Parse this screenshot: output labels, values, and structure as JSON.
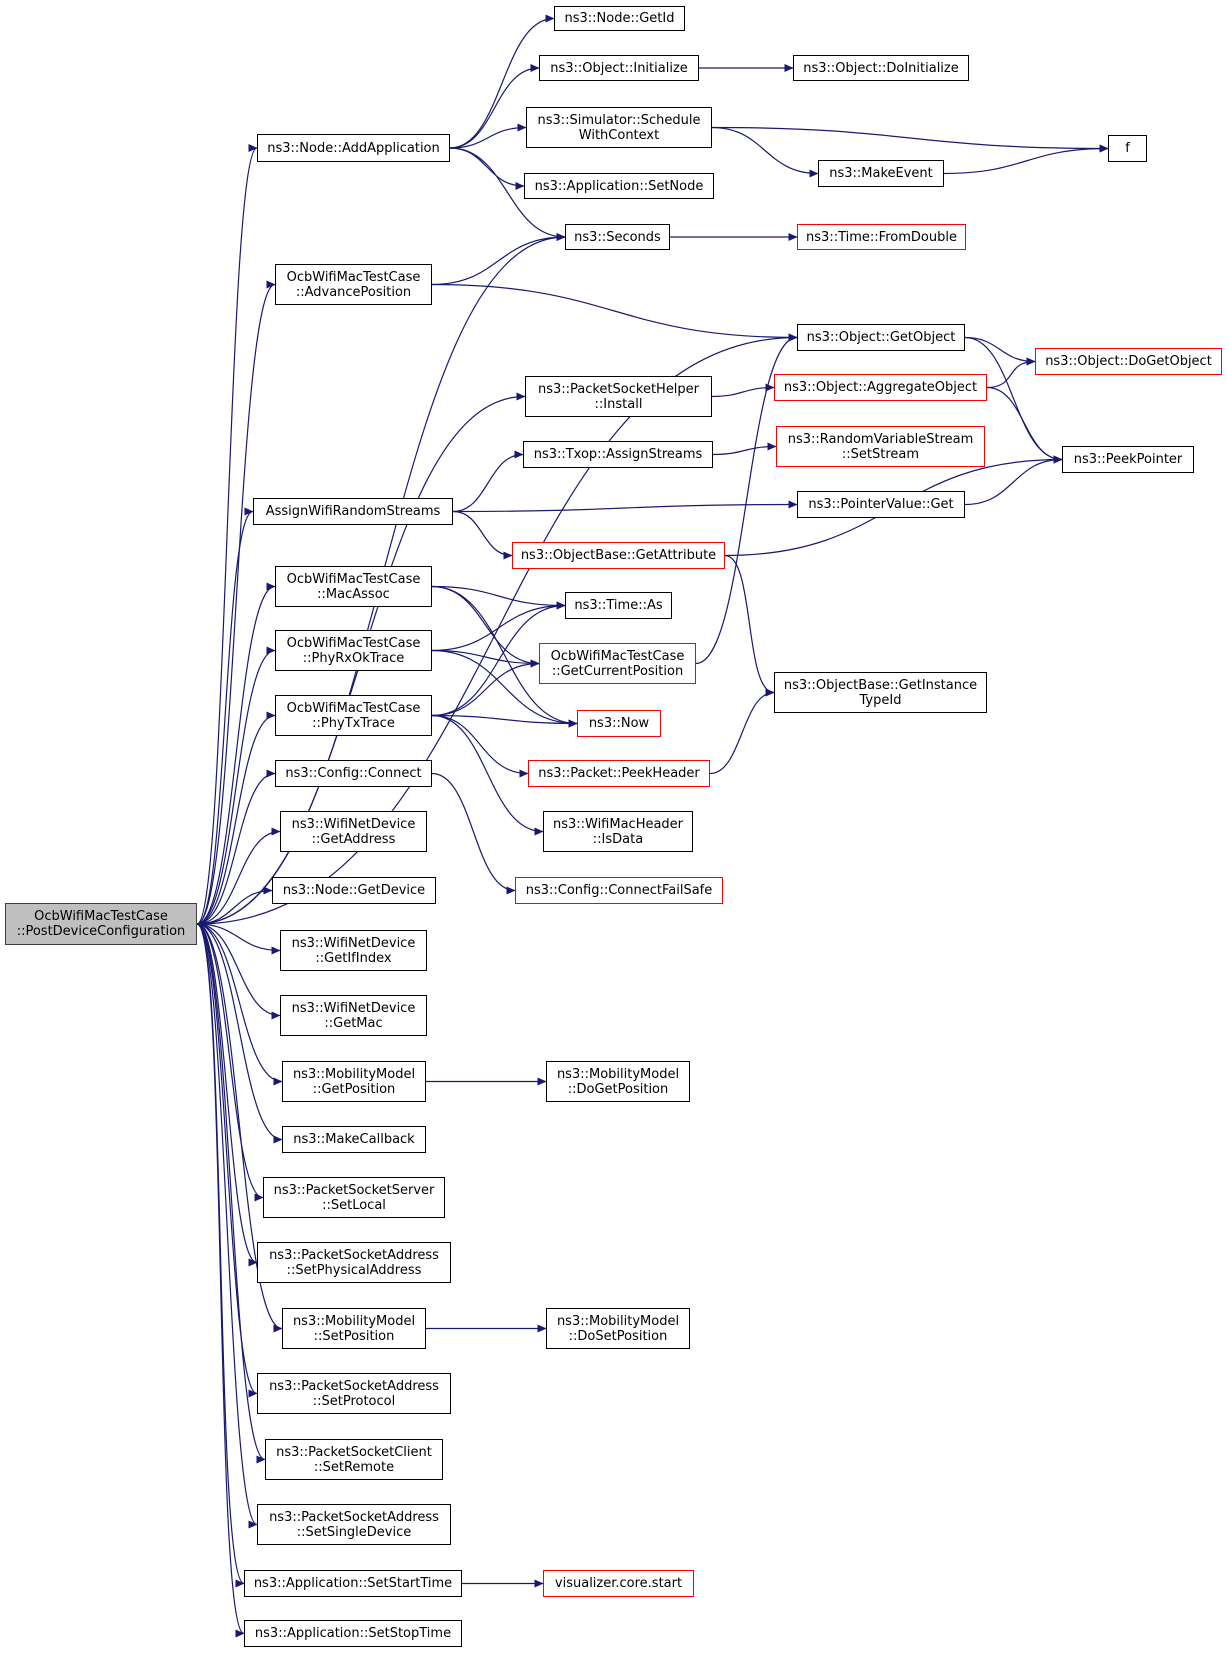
{
  "colors": {
    "edge": "#191970",
    "node_border": "#000000",
    "node_border_truncated": "#ff0000",
    "root_fill": "#bfbfbf",
    "background": "#ffffff"
  },
  "nodes": {
    "root": {
      "label": "OcbWifiMacTestCase\n::PostDeviceConfiguration"
    },
    "node_addapplication": {
      "label": "ns3::Node::AddApplication"
    },
    "node_getid": {
      "label": "ns3::Node::GetId"
    },
    "object_initialize": {
      "label": "ns3::Object::Initialize"
    },
    "object_doinitialize": {
      "label": "ns3::Object::DoInitialize"
    },
    "simulator_schedulewithcontext": {
      "label": "ns3::Simulator::Schedule\nWithContext"
    },
    "f": {
      "label": "f"
    },
    "makeevent": {
      "label": "ns3::MakeEvent"
    },
    "application_setnode": {
      "label": "ns3::Application::SetNode"
    },
    "seconds": {
      "label": "ns3::Seconds"
    },
    "time_fromdouble": {
      "label": "ns3::Time::FromDouble"
    },
    "advanceposition": {
      "label": "OcbWifiMacTestCase\n::AdvancePosition"
    },
    "object_getobject": {
      "label": "ns3::Object::GetObject"
    },
    "object_dogetobject": {
      "label": "ns3::Object::DoGetObject"
    },
    "packetsockethelper_install": {
      "label": "ns3::PacketSocketHelper\n::Install"
    },
    "object_aggregateobject": {
      "label": "ns3::Object::AggregateObject"
    },
    "txop_assignstreams": {
      "label": "ns3::Txop::AssignStreams"
    },
    "randomvariablestream_setstream": {
      "label": "ns3::RandomVariableStream\n::SetStream"
    },
    "peekpointer": {
      "label": "ns3::PeekPointer"
    },
    "assignwifirandomstreams": {
      "label": "AssignWifiRandomStreams"
    },
    "pointervalue_get": {
      "label": "ns3::PointerValue::Get"
    },
    "objectbase_getattribute": {
      "label": "ns3::ObjectBase::GetAttribute"
    },
    "macassoc": {
      "label": "OcbWifiMacTestCase\n::MacAssoc"
    },
    "time_as": {
      "label": "ns3::Time::As"
    },
    "phyrxoktrace": {
      "label": "OcbWifiMacTestCase\n::PhyRxOkTrace"
    },
    "getcurrentposition": {
      "label": "OcbWifiMacTestCase\n::GetCurrentPosition"
    },
    "objectbase_getinstancetypeid": {
      "label": "ns3::ObjectBase::GetInstance\nTypeId"
    },
    "phytxtrace": {
      "label": "OcbWifiMacTestCase\n::PhyTxTrace"
    },
    "now": {
      "label": "ns3::Now"
    },
    "packet_peekheader": {
      "label": "ns3::Packet::PeekHeader"
    },
    "config_connect": {
      "label": "ns3::Config::Connect"
    },
    "wifimacheader_isdata": {
      "label": "ns3::WifiMacHeader\n::IsData"
    },
    "wifinetdevice_getaddress": {
      "label": "ns3::WifiNetDevice\n::GetAddress"
    },
    "config_connectfailsafe": {
      "label": "ns3::Config::ConnectFailSafe"
    },
    "node_getdevice": {
      "label": "ns3::Node::GetDevice"
    },
    "wifinetdevice_getifindex": {
      "label": "ns3::WifiNetDevice\n::GetIfIndex"
    },
    "wifinetdevice_getmac": {
      "label": "ns3::WifiNetDevice\n::GetMac"
    },
    "mobilitymodel_getposition": {
      "label": "ns3::MobilityModel\n::GetPosition"
    },
    "mobilitymodel_dogetposition": {
      "label": "ns3::MobilityModel\n::DoGetPosition"
    },
    "makecallback": {
      "label": "ns3::MakeCallback"
    },
    "packetsocketserver_setlocal": {
      "label": "ns3::PacketSocketServer\n::SetLocal"
    },
    "packetsocketaddress_setphysicaladdress": {
      "label": "ns3::PacketSocketAddress\n::SetPhysicalAddress"
    },
    "mobilitymodel_setposition": {
      "label": "ns3::MobilityModel\n::SetPosition"
    },
    "mobilitymodel_dosetposition": {
      "label": "ns3::MobilityModel\n::DoSetPosition"
    },
    "packetsocketaddress_setprotocol": {
      "label": "ns3::PacketSocketAddress\n::SetProtocol"
    },
    "packetsocketclient_setremote": {
      "label": "ns3::PacketSocketClient\n::SetRemote"
    },
    "packetsocketaddress_setsingledevice": {
      "label": "ns3::PacketSocketAddress\n::SetSingleDevice"
    },
    "application_setstarttime": {
      "label": "ns3::Application::SetStartTime"
    },
    "visualizer_core_start": {
      "label": "visualizer.core.start"
    },
    "application_setstoptime": {
      "label": "ns3::Application::SetStopTime"
    }
  },
  "edges": [
    [
      "root",
      "node_addapplication"
    ],
    [
      "root",
      "seconds"
    ],
    [
      "root",
      "advanceposition"
    ],
    [
      "root",
      "object_getobject"
    ],
    [
      "root",
      "packetsockethelper_install"
    ],
    [
      "root",
      "assignwifirandomstreams"
    ],
    [
      "root",
      "macassoc"
    ],
    [
      "root",
      "phyrxoktrace"
    ],
    [
      "root",
      "phytxtrace"
    ],
    [
      "root",
      "config_connect"
    ],
    [
      "root",
      "wifinetdevice_getaddress"
    ],
    [
      "root",
      "node_getdevice"
    ],
    [
      "root",
      "wifinetdevice_getifindex"
    ],
    [
      "root",
      "wifinetdevice_getmac"
    ],
    [
      "root",
      "mobilitymodel_getposition"
    ],
    [
      "root",
      "makecallback"
    ],
    [
      "root",
      "packetsocketserver_setlocal"
    ],
    [
      "root",
      "packetsocketaddress_setphysicaladdress"
    ],
    [
      "root",
      "mobilitymodel_setposition"
    ],
    [
      "root",
      "packetsocketaddress_setprotocol"
    ],
    [
      "root",
      "packetsocketclient_setremote"
    ],
    [
      "root",
      "packetsocketaddress_setsingledevice"
    ],
    [
      "root",
      "application_setstarttime"
    ],
    [
      "root",
      "application_setstoptime"
    ],
    [
      "node_addapplication",
      "node_getid"
    ],
    [
      "node_addapplication",
      "object_initialize"
    ],
    [
      "node_addapplication",
      "simulator_schedulewithcontext"
    ],
    [
      "node_addapplication",
      "application_setnode"
    ],
    [
      "node_addapplication",
      "seconds"
    ],
    [
      "object_initialize",
      "object_doinitialize"
    ],
    [
      "simulator_schedulewithcontext",
      "f"
    ],
    [
      "simulator_schedulewithcontext",
      "makeevent"
    ],
    [
      "makeevent",
      "f"
    ],
    [
      "seconds",
      "time_fromdouble"
    ],
    [
      "advanceposition",
      "seconds"
    ],
    [
      "advanceposition",
      "object_getobject"
    ],
    [
      "object_getobject",
      "object_dogetobject"
    ],
    [
      "object_getobject",
      "peekpointer"
    ],
    [
      "packetsockethelper_install",
      "object_aggregateobject"
    ],
    [
      "object_aggregateobject",
      "object_dogetobject"
    ],
    [
      "object_aggregateobject",
      "peekpointer"
    ],
    [
      "assignwifirandomstreams",
      "txop_assignstreams"
    ],
    [
      "assignwifirandomstreams",
      "pointervalue_get"
    ],
    [
      "assignwifirandomstreams",
      "objectbase_getattribute"
    ],
    [
      "txop_assignstreams",
      "randomvariablestream_setstream"
    ],
    [
      "pointervalue_get",
      "peekpointer"
    ],
    [
      "objectbase_getattribute",
      "peekpointer"
    ],
    [
      "objectbase_getattribute",
      "objectbase_getinstancetypeid"
    ],
    [
      "macassoc",
      "time_as"
    ],
    [
      "macassoc",
      "getcurrentposition"
    ],
    [
      "macassoc",
      "now"
    ],
    [
      "phyrxoktrace",
      "time_as"
    ],
    [
      "phyrxoktrace",
      "getcurrentposition"
    ],
    [
      "phyrxoktrace",
      "now"
    ],
    [
      "getcurrentposition",
      "object_getobject"
    ],
    [
      "phytxtrace",
      "time_as"
    ],
    [
      "phytxtrace",
      "getcurrentposition"
    ],
    [
      "phytxtrace",
      "now"
    ],
    [
      "phytxtrace",
      "packet_peekheader"
    ],
    [
      "phytxtrace",
      "wifimacheader_isdata"
    ],
    [
      "packet_peekheader",
      "objectbase_getinstancetypeid"
    ],
    [
      "config_connect",
      "config_connectfailsafe"
    ],
    [
      "mobilitymodel_getposition",
      "mobilitymodel_dogetposition"
    ],
    [
      "mobilitymodel_setposition",
      "mobilitymodel_dosetposition"
    ],
    [
      "application_setstarttime",
      "visualizer_core_start"
    ]
  ]
}
